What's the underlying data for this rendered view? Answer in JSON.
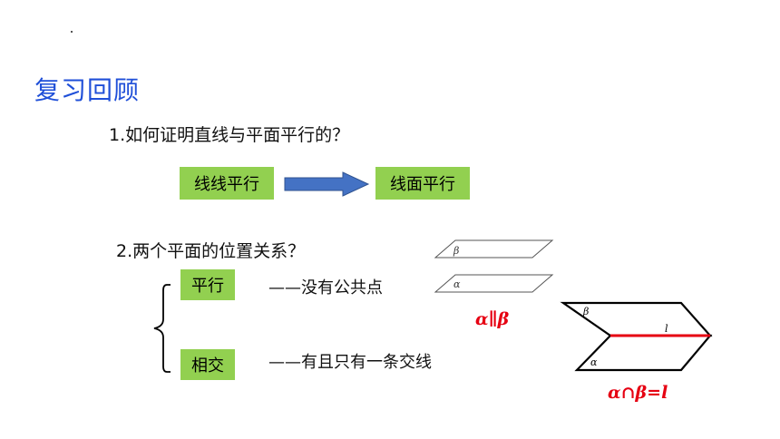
{
  "title": "复习回顾",
  "question1": "1.如何证明直线与平面平行的？",
  "flow": {
    "from": "线线平行",
    "to": "线面平行"
  },
  "question2": "2.两个平面的位置关系？",
  "relations": [
    {
      "label": "平行",
      "description": "——没有公共点"
    },
    {
      "label": "相交",
      "description": "——有且只有一条交线"
    }
  ],
  "diagram_labels": {
    "beta": "β",
    "alpha": "α",
    "line": "l"
  },
  "notations": {
    "parallel": "α∥β",
    "intersect": "α∩β=l"
  },
  "colors": {
    "title": "#1f4fd8",
    "box": "#92d050",
    "arrow": "#4472c4",
    "accent": "#e60012"
  }
}
